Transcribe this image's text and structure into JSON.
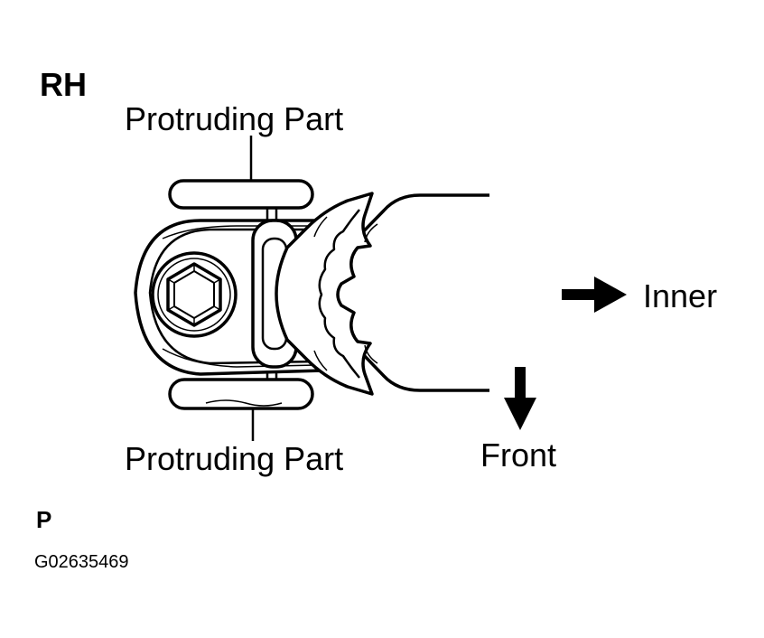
{
  "diagram": {
    "side_label": "RH",
    "protruding_top_label": "Protruding Part",
    "protruding_bottom_label": "Protruding Part",
    "inner_label": "Inner",
    "front_label": "Front",
    "view_code": "P",
    "figure_id": "G02635469"
  },
  "icons": {
    "inner_direction": "arrow-right-icon",
    "front_direction": "arrow-down-icon",
    "fastener": "hex-bolt-icon"
  },
  "colors": {
    "ink": "#000000",
    "paper": "#ffffff"
  }
}
